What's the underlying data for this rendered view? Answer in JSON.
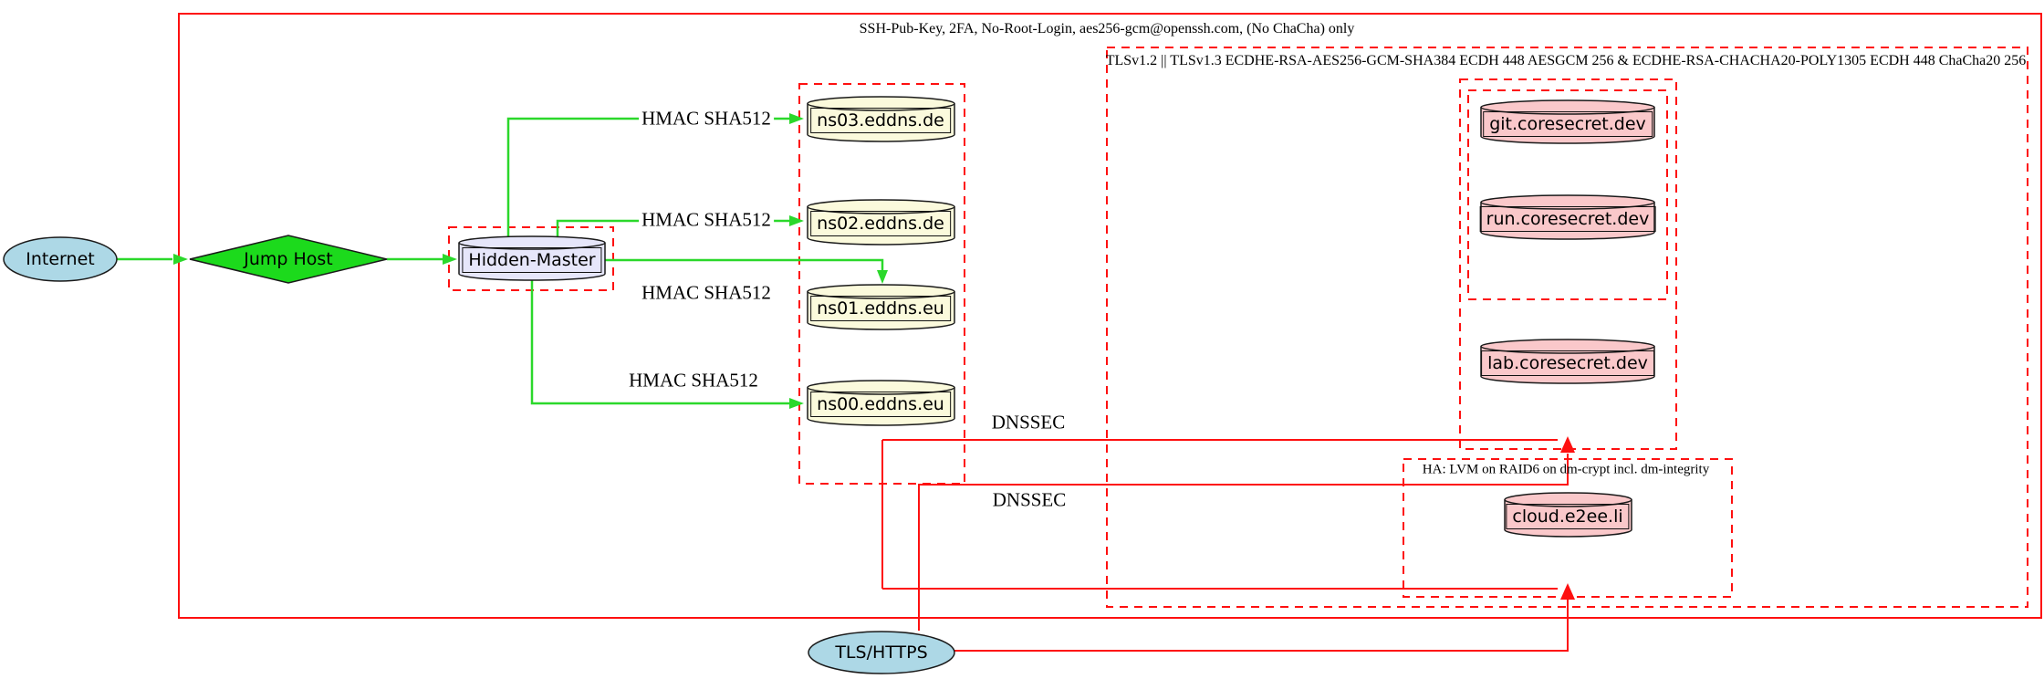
{
  "clusters": {
    "ssh": "SSH-Pub-Key, 2FA, No-Root-Login, aes256-gcm@openssh.com, (No ChaCha) only",
    "tls": "TLSv1.2 || TLSv1.3 ECDHE-RSA-AES256-GCM-SHA384 ECDH 448 AESGCM 256 & ECDHE-RSA-CHACHA20-POLY1305 ECDH 448 ChaCha20 256",
    "ha": "HA: LVM on RAID6 on dm-crypt incl. dm-integrity"
  },
  "nodes": {
    "internet": "Internet",
    "jump_host": "Jump Host",
    "hidden_master": "Hidden-Master",
    "ns03": "ns03.eddns.de",
    "ns02": "ns02.eddns.de",
    "ns01": "ns01.eddns.eu",
    "ns00": "ns00.eddns.eu",
    "git": "git.coresecret.dev",
    "run": "run.coresecret.dev",
    "lab": "lab.coresecret.dev",
    "cloud": "cloud.e2ee.li",
    "tls_https": "TLS/HTTPS"
  },
  "edge_labels": {
    "hmac": "HMAC SHA512",
    "dnssec": "DNSSEC"
  },
  "colors": {
    "red": "#fe1010",
    "green": "#2bd82b",
    "diamond_green": "#1cda1c",
    "node_blue": "#add8e6",
    "lavender": "#e6e6fa",
    "light_yellow": "#fbfadc",
    "pink": "#fac8ca"
  }
}
